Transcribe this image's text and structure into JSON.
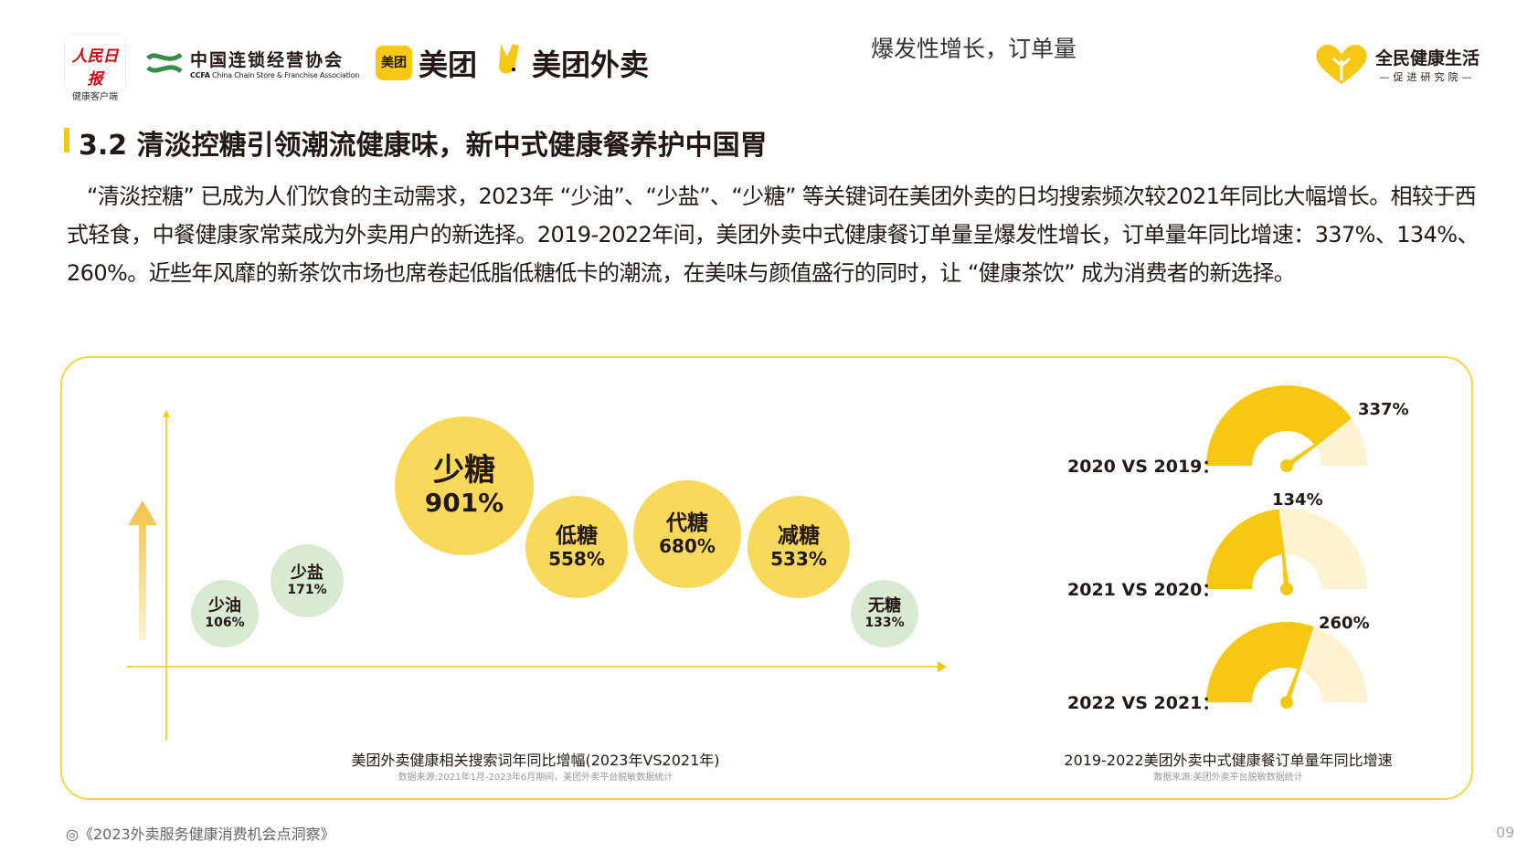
{
  "logos": {
    "rmrb_main": "人民日报",
    "rmrb_sub": "健康客户端",
    "ccfa_cn": "中国连锁经营协会",
    "ccfa_abbr": "CCFA",
    "ccfa_en": "China Chain Store & Franchise Association",
    "meituan_box": "美团",
    "meituan": "美团",
    "meituan_waimai": "美团外卖",
    "right_main": "全民健康生活",
    "right_sub": "—促进研究院—"
  },
  "header_text": "爆发性增长，订单量",
  "section_title": "3.2 清淡控糖引领潮流健康味，新中式健康餐养护中国胃",
  "paragraph": "“清淡控糖” 已成为人们饮食的主动需求，2023年 “少油”、“少盐”、“少糖” 等关键词在美团外卖的日均搜索频次较2021年同比大幅增长。相较于西式轻食，中餐健康家常菜成为外卖用户的新选择。2019-2022年间，美团外卖中式健康餐订单量呈爆发性增长，订单量年同比增速：337%、134%、260%。近些年风靡的新茶饮市场也席卷起低脂低糖低卡的潮流，在美味与颜值盛行的同时，让 “健康茶饮” 成为消费者的新选择。",
  "chart_data": [
    {
      "type": "bubble",
      "title": "美团外卖健康相关搜索词年同比增幅(2023年VS2021年)",
      "source": "数据来源:2021年1月-2023年6月期间，美团外卖平台脱敏数据统计",
      "items": [
        {
          "label": "少油",
          "value": "106%"
        },
        {
          "label": "少盐",
          "value": "171%"
        },
        {
          "label": "少糖",
          "value": "901%"
        },
        {
          "label": "低糖",
          "value": "558%"
        },
        {
          "label": "代糖",
          "value": "680%"
        },
        {
          "label": "减糖",
          "value": "533%"
        },
        {
          "label": "无糖",
          "value": "133%"
        }
      ]
    },
    {
      "type": "gauge",
      "title": "2019-2022美团外卖中式健康餐订单量年同比增速",
      "source": "数据来源:美团外卖平台脱敏数据统计",
      "items": [
        {
          "label": "2020 VS 2019：",
          "value": "337%",
          "fill": 0.8
        },
        {
          "label": "2021 VS 2020：",
          "value": "134%",
          "fill": 0.47
        },
        {
          "label": "2022 VS 2021：",
          "value": "260%",
          "fill": 0.61
        }
      ]
    }
  ],
  "colors": {
    "accent": "#f6c814",
    "bubble_yellow": "#f8d95a",
    "bubble_green": "#d9ead3",
    "gauge_light": "#fdf3d0"
  },
  "footer": "◎《2023外卖服务健康消费机会点洞察》",
  "page_number": "09"
}
